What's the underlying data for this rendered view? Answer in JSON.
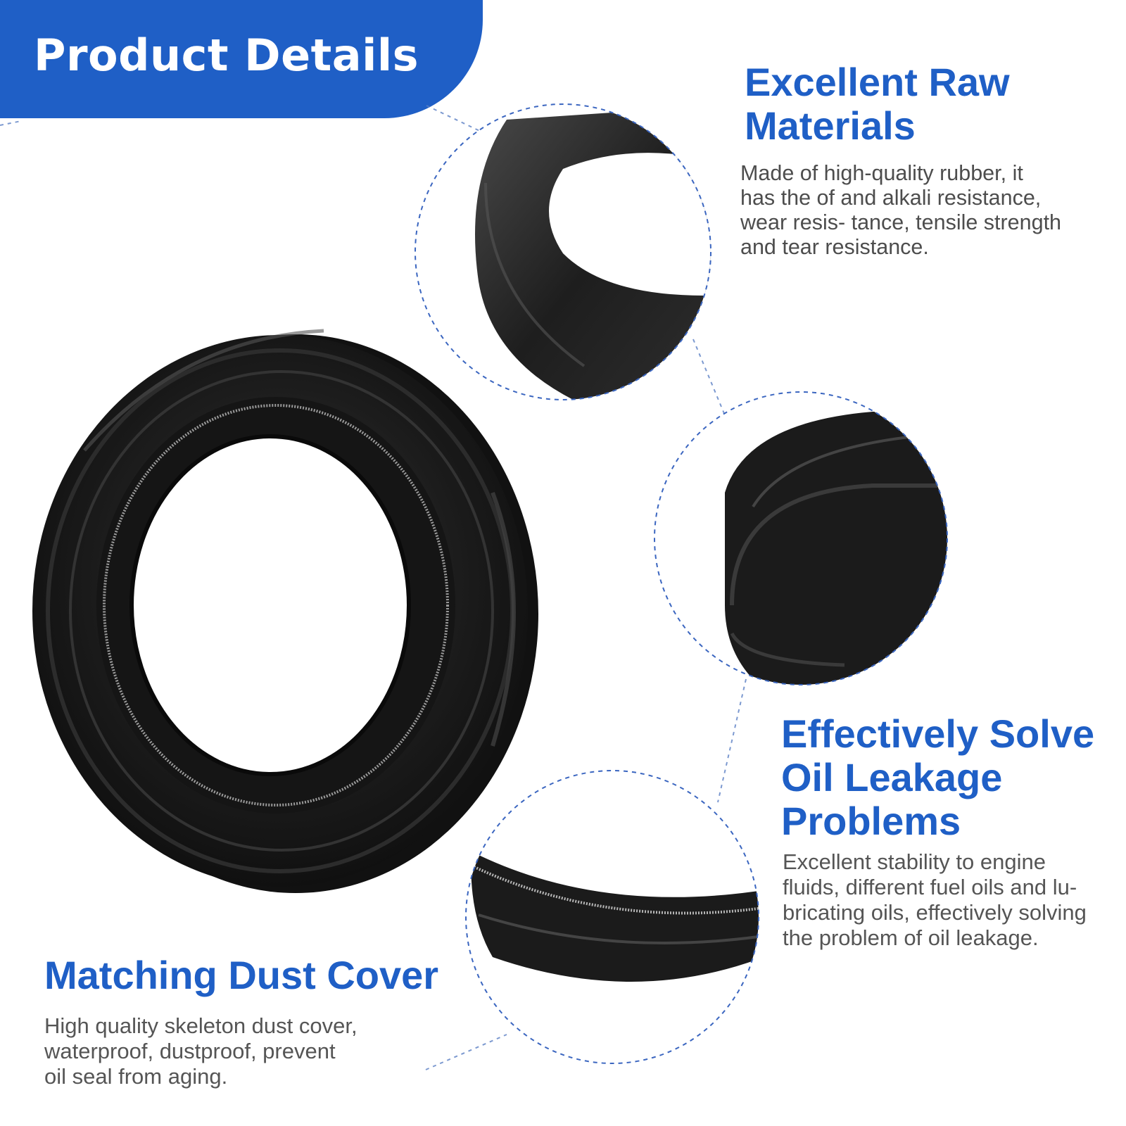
{
  "banner": {
    "title": "Product Details",
    "color": "#1f5fc6"
  },
  "features": {
    "raw_materials": {
      "title_lines": [
        "Excellent Raw",
        "Materials"
      ],
      "body_lines": [
        "Made of high-quality rubber, it",
        "has the of  and alkali resistance,",
        "wear resis- tance, tensile strength",
        "and tear resistance."
      ]
    },
    "oil_leakage": {
      "title_lines": [
        "Effectively Solve",
        "Oil Leakage",
        "Problems"
      ],
      "body_lines": [
        "Excellent stability to engine",
        "fluids, different fuel oils and lu-",
        "bricating oils, effectively solving",
        "the problem of oil leakage."
      ]
    },
    "dust_cover": {
      "title_lines": [
        "Matching Dust Cover"
      ],
      "body_lines": [
        "High quality skeleton dust cover,",
        "waterproof, dustproof, prevent",
        "oil seal from aging."
      ]
    }
  },
  "colors": {
    "accent": "#1f5fc6",
    "text": "#555555",
    "rubber": "#1a1a1a"
  },
  "icons": {
    "main_seal": "oil-seal-ring",
    "detail_1": "dust-cover-closeup",
    "detail_2": "seal-ridges-closeup",
    "detail_3": "seal-spring-closeup"
  }
}
